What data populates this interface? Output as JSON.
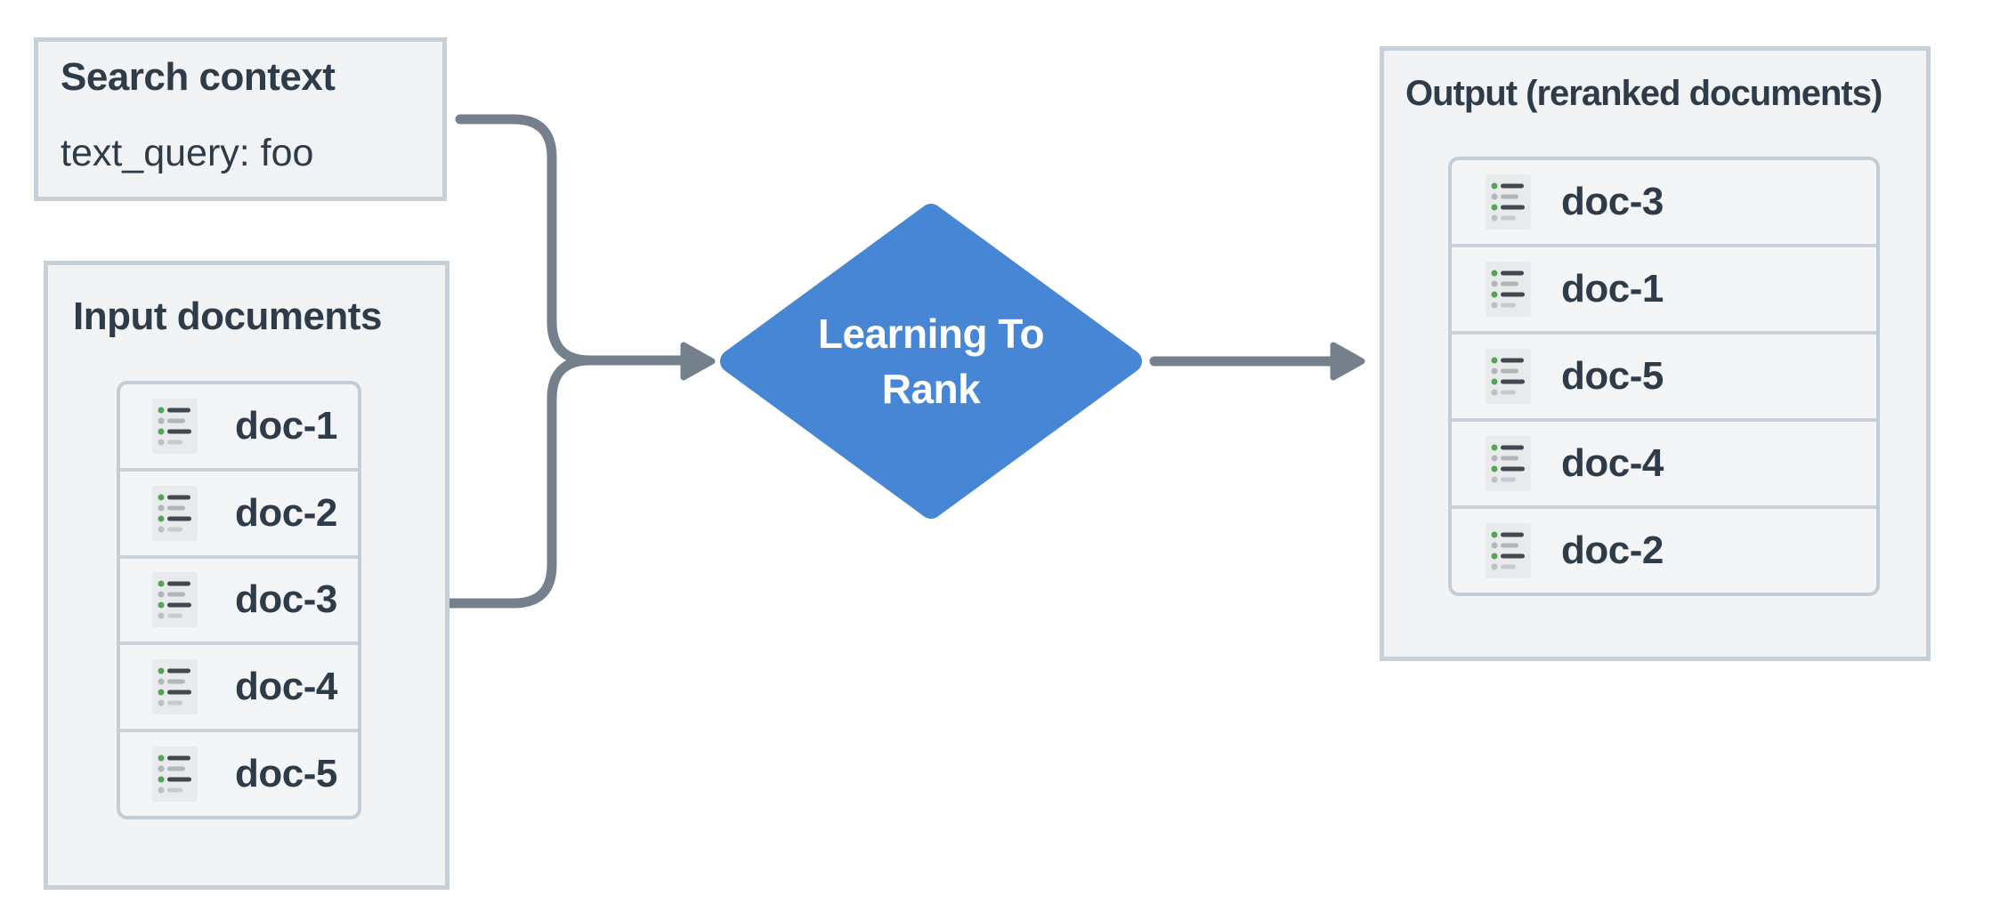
{
  "search_context_box": {
    "title": "Search context",
    "query_line": "text_query: foo"
  },
  "input_box": {
    "title": "Input documents",
    "docs": [
      {
        "label": "doc-1"
      },
      {
        "label": "doc-2"
      },
      {
        "label": "doc-3"
      },
      {
        "label": "doc-4"
      },
      {
        "label": "doc-5"
      }
    ]
  },
  "ltr_node": {
    "line1": "Learning To",
    "line2": "Rank"
  },
  "output_box": {
    "title": "Output (reranked documents)",
    "docs": [
      {
        "label": "doc-3"
      },
      {
        "label": "doc-1"
      },
      {
        "label": "doc-5"
      },
      {
        "label": "doc-4"
      },
      {
        "label": "doc-2"
      }
    ]
  },
  "icons": {
    "doc_icon": "bulleted-list-document-icon"
  },
  "colors": {
    "node_blue": "#4686d4",
    "arrow_gray": "#75808d",
    "box_fill": "#f1f3f5",
    "box_border": "#c7d0d9",
    "text_dark": "#2e3c49",
    "icon_green": "#53a553"
  }
}
